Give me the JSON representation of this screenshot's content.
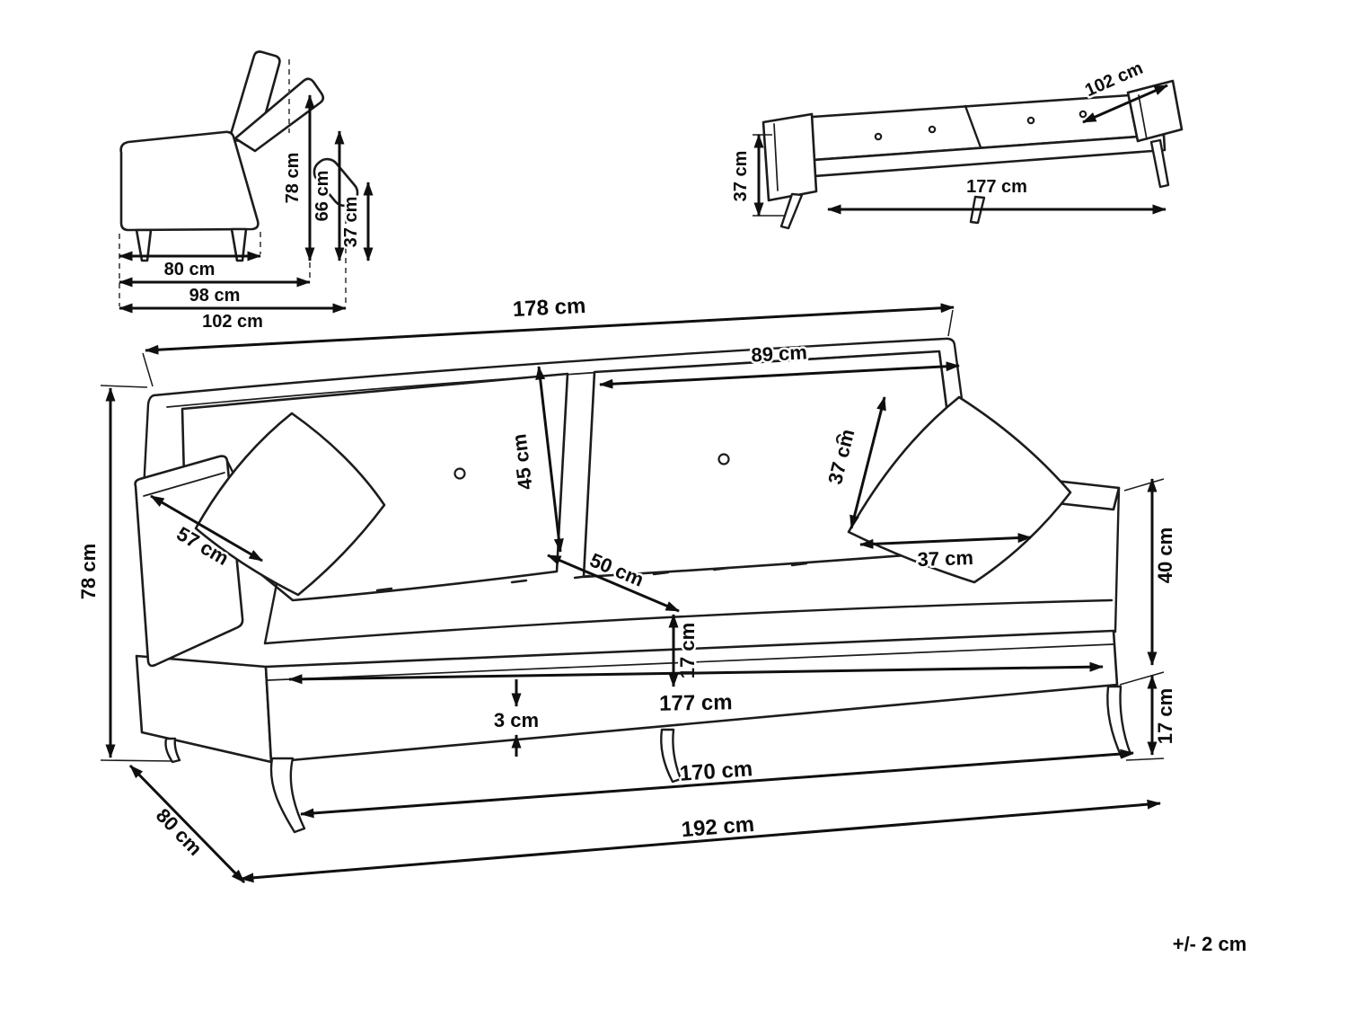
{
  "tolerance_note": "+/- 2 cm",
  "line_color": "#1c1c1c",
  "side_view": {
    "back_height": "78 cm",
    "headrest_height": "66 cm",
    "seat_height": "37 cm",
    "seat_depth": "80 cm",
    "mid_depth": "98 cm",
    "total_depth": "102 cm"
  },
  "bed_view": {
    "arm_panel_width": "102 cm",
    "platform_height": "37 cm",
    "bed_length": "177 cm"
  },
  "front_view": {
    "back_width": "178 cm",
    "backrest_section_width": "89 cm",
    "backrest_height": "45 cm",
    "cushion_height": "37 cm",
    "cushion_width": "37 cm",
    "armrest_depth": "57 cm",
    "total_height": "78 cm",
    "seat_section_depth": "50 cm",
    "seat_thickness": "17 cm",
    "frame_thickness": "3 cm",
    "seat_width": "177 cm",
    "leg_span_width": "170 cm",
    "base_width": "192 cm",
    "seat_area_depth": "80 cm",
    "armrest_height": "40 cm",
    "leg_height": "17 cm"
  }
}
